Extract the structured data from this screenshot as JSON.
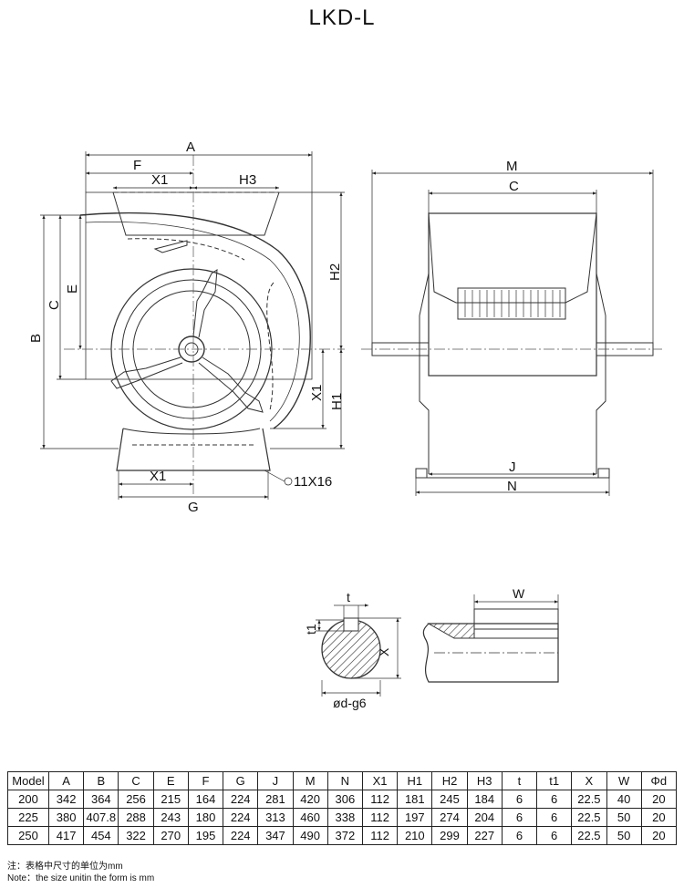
{
  "title": "LKD-L",
  "dims": {
    "A": "A",
    "F": "F",
    "X1": "X1",
    "H3": "H3",
    "H2": "H2",
    "B": "B",
    "C": "C",
    "E": "E",
    "H1": "H1",
    "G": "G",
    "hole": "11X16",
    "M": "M",
    "J": "J",
    "N": "N",
    "t": "t",
    "t1": "t1",
    "X": "X",
    "W": "W",
    "shaft": "ød-g6"
  },
  "table": {
    "columns": [
      "Model",
      "A",
      "B",
      "C",
      "E",
      "F",
      "G",
      "J",
      "M",
      "N",
      "X1",
      "H1",
      "H2",
      "H3",
      "t",
      "t1",
      "X",
      "W",
      "Φd"
    ],
    "rows": [
      [
        "200",
        "342",
        "364",
        "256",
        "215",
        "164",
        "224",
        "281",
        "420",
        "306",
        "112",
        "181",
        "245",
        "184",
        "6",
        "6",
        "22.5",
        "40",
        "20"
      ],
      [
        "225",
        "380",
        "407.8",
        "288",
        "243",
        "180",
        "224",
        "313",
        "460",
        "338",
        "112",
        "197",
        "274",
        "204",
        "6",
        "6",
        "22.5",
        "50",
        "20"
      ],
      [
        "250",
        "417",
        "454",
        "322",
        "270",
        "195",
        "224",
        "347",
        "490",
        "372",
        "112",
        "210",
        "299",
        "227",
        "6",
        "6",
        "22.5",
        "50",
        "20"
      ]
    ]
  },
  "notes": {
    "cn": "注：表格中尺寸的单位为mm",
    "en": "Note：the size unitin the form is mm"
  }
}
